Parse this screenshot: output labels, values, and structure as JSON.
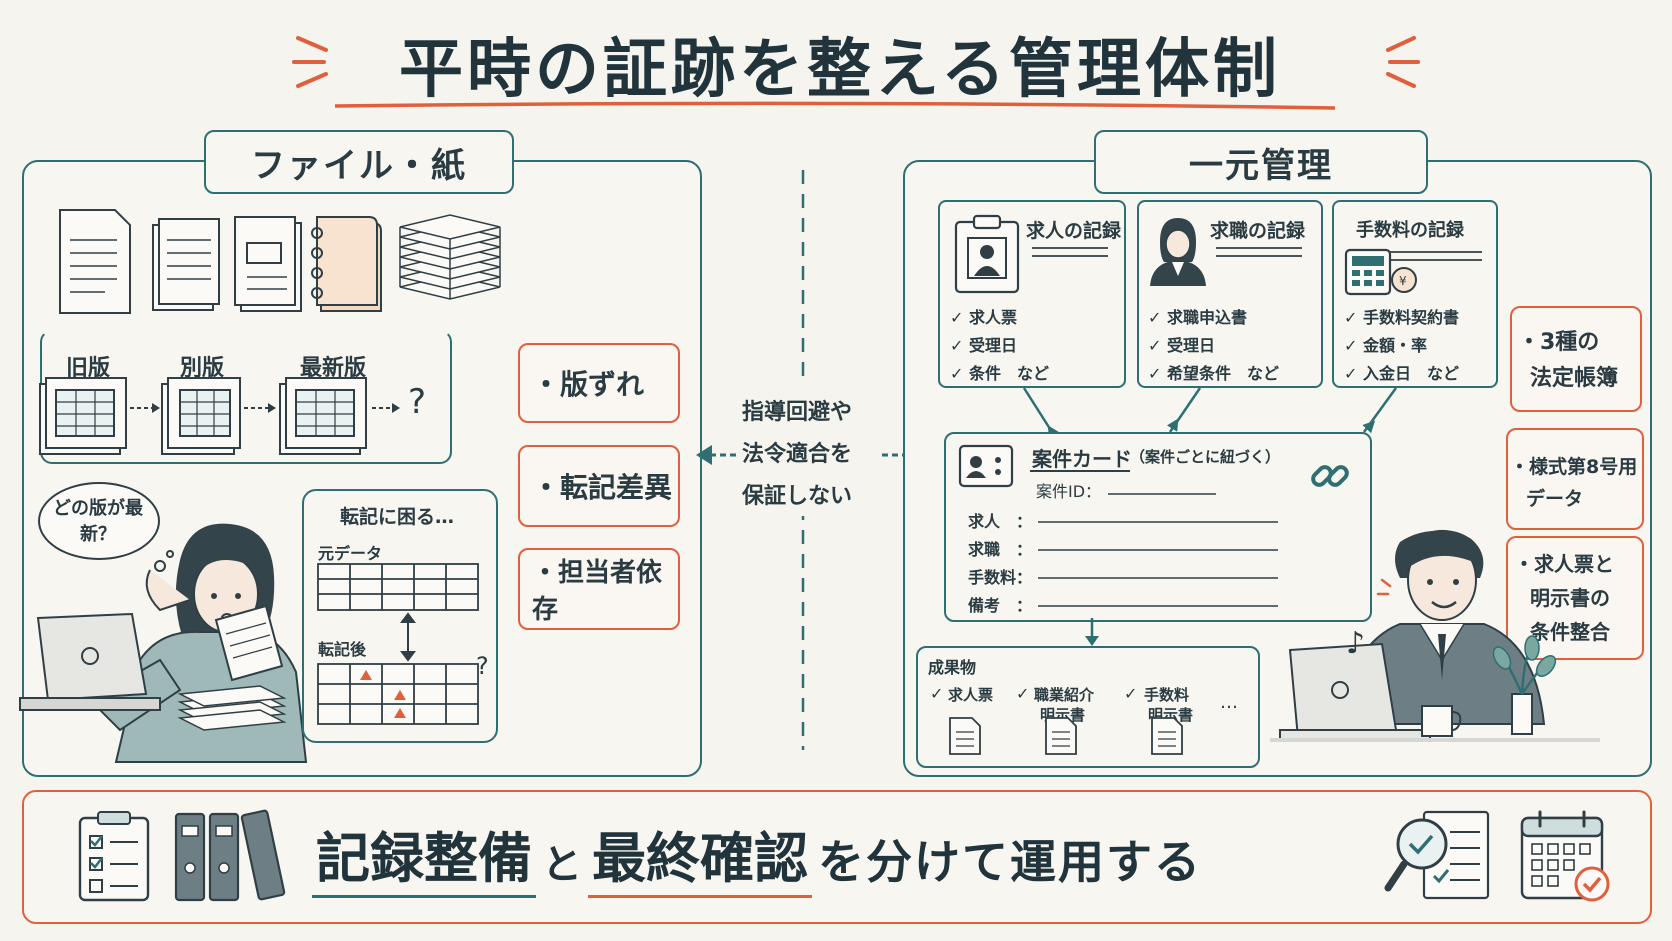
{
  "title": "平時の証跡を整える管理体制",
  "left": {
    "tab": "ファイル・紙",
    "versions": [
      "旧版",
      "別版",
      "最新版"
    ],
    "question_mark": "?",
    "thought_bubble": "どの版が最新？",
    "transcription_box": {
      "title": "転記に困る…",
      "source_label": "元データ",
      "after_label": "転記後",
      "question_mark": "?"
    },
    "issues": [
      "・版ずれ",
      "・転記差異",
      "・担当者依存"
    ]
  },
  "center": {
    "note_lines": [
      "指導回避や",
      "法令適合を",
      "保証しない"
    ]
  },
  "right": {
    "tab": "一元管理",
    "records": [
      {
        "title": "求人の記録",
        "items": [
          "✓ 求人票",
          "✓ 受理日",
          "✓ 条件　など"
        ],
        "icon": "clipboard-person-icon"
      },
      {
        "title": "求職の記録",
        "items": [
          "✓ 求職申込書",
          "✓ 受理日",
          "✓ 希望条件　など"
        ],
        "icon": "person-portrait-icon"
      },
      {
        "title": "手数料の記録",
        "items": [
          "✓ 手数料契約書",
          "✓ 金額・率",
          "✓ 入金日　など"
        ],
        "icon": "calculator-coin-icon"
      }
    ],
    "case_card": {
      "title": "案件カード",
      "subtitle": "（案件ごとに紐づく）",
      "id_label": "案件ID：",
      "fields": [
        "求人　：",
        "求職　：",
        "手数料：",
        "備考　："
      ]
    },
    "deliverables": {
      "title": "成果物",
      "items": [
        {
          "check": "✓",
          "line1": "求人票",
          "line2": ""
        },
        {
          "check": "✓",
          "line1": "職業紹介",
          "line2": "明示書"
        },
        {
          "check": "✓",
          "line1": "手数料",
          "line2": "明示書"
        }
      ],
      "more": "…"
    },
    "side_notes": [
      [
        "・3種の",
        "法定帳簿"
      ],
      [
        "・様式第8号用",
        "データ"
      ],
      [
        "・求人票と",
        "明示書の",
        "条件整合"
      ]
    ],
    "music_note": "♪"
  },
  "footer": {
    "segments": [
      "記録整備",
      "と",
      "最終確認",
      "を分けて運用する"
    ]
  },
  "colors": {
    "teal": "#2f6f72",
    "accent_red": "#e0603e",
    "background": "#f5f4ef"
  }
}
